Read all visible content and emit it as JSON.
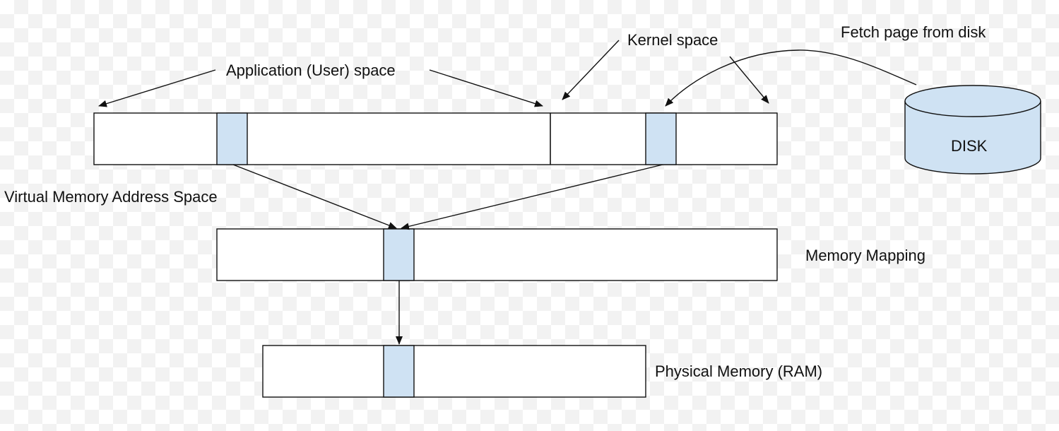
{
  "labels": {
    "application_space": "Application (User) space",
    "kernel_space": "Kernel space",
    "fetch_page": "Fetch page from disk",
    "disk": "DISK",
    "virtual_memory": "Virtual Memory Address Space",
    "memory_mapping": "Memory Mapping",
    "physical_memory": "Physical Memory (RAM)"
  },
  "colors": {
    "page_fill": "#cfe2f3",
    "stroke": "#111111"
  }
}
